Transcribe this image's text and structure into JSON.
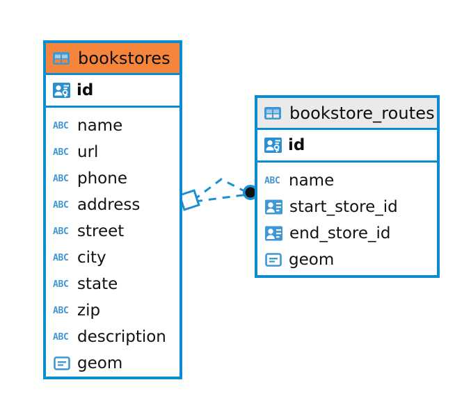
{
  "diagram": {
    "type": "er-diagram",
    "background": "#ffffff",
    "accent_color": "#0a8bd2",
    "selected_header_color": "#f5843c",
    "header_color": "#eaeaea"
  },
  "entities": [
    {
      "name": "bookstores",
      "selected": true,
      "table_icon": "table-icon",
      "primary_key": {
        "label": "id",
        "icon": "primary-key-icon"
      },
      "columns": [
        {
          "label": "name",
          "icon": "text-type-icon",
          "type_badge": "ABC"
        },
        {
          "label": "url",
          "icon": "text-type-icon",
          "type_badge": "ABC"
        },
        {
          "label": "phone",
          "icon": "text-type-icon",
          "type_badge": "ABC"
        },
        {
          "label": "address",
          "icon": "text-type-icon",
          "type_badge": "ABC"
        },
        {
          "label": "street",
          "icon": "text-type-icon",
          "type_badge": "ABC"
        },
        {
          "label": "city",
          "icon": "text-type-icon",
          "type_badge": "ABC"
        },
        {
          "label": "state",
          "icon": "text-type-icon",
          "type_badge": "ABC"
        },
        {
          "label": "zip",
          "icon": "text-type-icon",
          "type_badge": "ABC"
        },
        {
          "label": "description",
          "icon": "text-type-icon",
          "type_badge": "ABC"
        },
        {
          "label": "geom",
          "icon": "geometry-type-icon",
          "type_badge": ""
        }
      ]
    },
    {
      "name": "bookstore_routes",
      "selected": false,
      "table_icon": "table-icon",
      "primary_key": {
        "label": "id",
        "icon": "primary-key-icon"
      },
      "columns": [
        {
          "label": "name",
          "icon": "text-type-icon",
          "type_badge": "ABC"
        },
        {
          "label": "start_store_id",
          "icon": "foreign-key-icon",
          "type_badge": ""
        },
        {
          "label": "end_store_id",
          "icon": "foreign-key-icon",
          "type_badge": ""
        },
        {
          "label": "geom",
          "icon": "geometry-type-icon",
          "type_badge": ""
        }
      ]
    }
  ],
  "relationships": [
    {
      "from": "bookstores",
      "to": "bookstore_routes",
      "style": "dashed",
      "color": "#1b8fd4",
      "source_marker": "diamond-open-marker",
      "target_marker": "circle-filled-marker"
    }
  ]
}
